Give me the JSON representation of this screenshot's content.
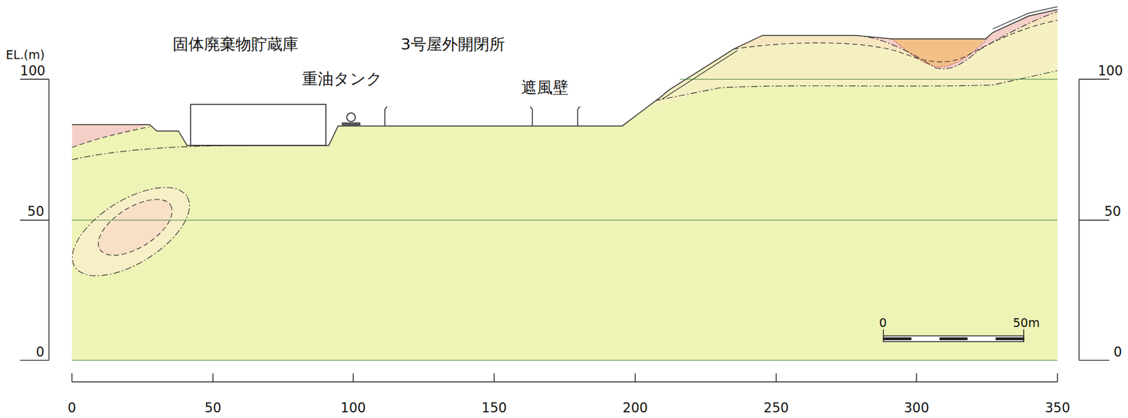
{
  "diagram": {
    "labels": [
      "EL.(m)",
      "100",
      "50",
      "0",
      "固体廃棄物貯蔵庫",
      "3号屋外開閉所",
      "重油タンク",
      "遮風壁",
      "100",
      "50",
      "0",
      "0",
      "50",
      "100",
      "150",
      "200",
      "250",
      "300",
      "350",
      "0",
      "50m"
    ]
  }
}
